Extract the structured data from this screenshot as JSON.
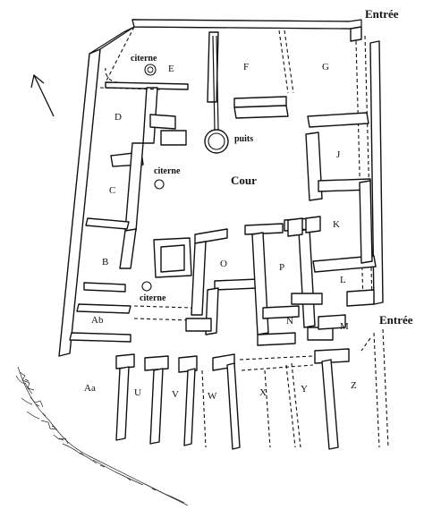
{
  "labels": {
    "entree_top": "Entrée",
    "entree_right": "Entrée",
    "cour": "Cour",
    "puits": "puits",
    "citerne_e": "citerne",
    "citerne_c": "citerne",
    "citerne_b": "citerne"
  },
  "rooms": {
    "A_a": "Aa",
    "A_b": "Ab",
    "B": "B",
    "C": "C",
    "D": "D",
    "E": "E",
    "F": "F",
    "G": "G",
    "J": "J",
    "K": "K",
    "L": "L",
    "M": "M",
    "N": "N",
    "O": "O",
    "P": "P",
    "U": "U",
    "V": "V",
    "W": "W",
    "X": "X",
    "Y": "Y",
    "Z": "Z"
  },
  "icons": {
    "north_arrow": "north-arrow-icon",
    "well": "well-icon",
    "cistern": "cistern-icon"
  }
}
